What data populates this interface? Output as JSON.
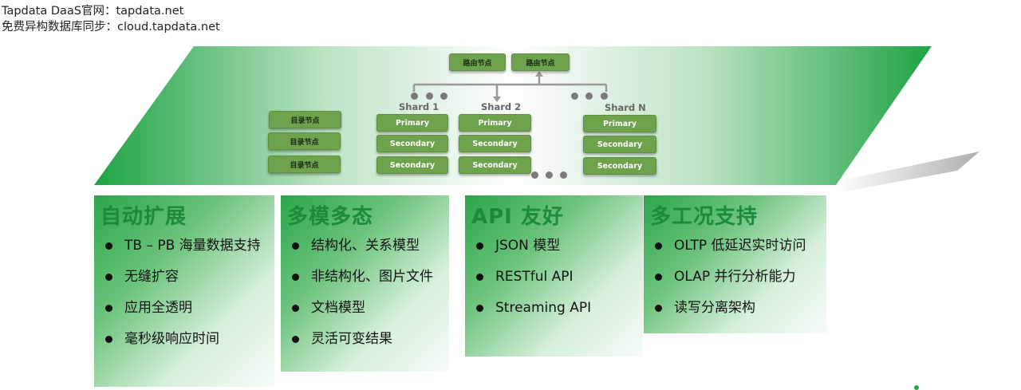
{
  "header": {
    "line1": "Tapdata DaaS官网：tapdata.net",
    "line2": "免费异构数据库同步：cloud.tapdata.net"
  },
  "diagram": {
    "route_nodes": [
      "路由节点",
      "路由节点"
    ],
    "catalog_nodes": [
      "目录节点",
      "目录节点",
      "目录节点"
    ],
    "shards": [
      {
        "name": "Shard 1",
        "primary": "Primary",
        "secondaries": [
          "Secondary",
          "Secondary"
        ]
      },
      {
        "name": "Shard 2",
        "primary": "Primary",
        "secondaries": [
          "Secondary",
          "Secondary"
        ]
      },
      {
        "name": "Shard N",
        "primary": "Primary",
        "secondaries": [
          "Secondary",
          "Secondary"
        ]
      }
    ]
  },
  "panels": [
    {
      "title": "自动扩展",
      "items": [
        "TB – PB 海量数据支持",
        "无缝扩容",
        "应用全透明",
        "毫秒级响应时间"
      ]
    },
    {
      "title": "多模多态",
      "items": [
        "结构化、关系模型",
        "非结构化、图片文件",
        "文档模型",
        "灵活可变结果"
      ]
    },
    {
      "title": "API 友好",
      "items": [
        "JSON 模型",
        "RESTful API",
        "Streaming API"
      ]
    },
    {
      "title": "多工况支持",
      "items": [
        "OLTP 低延迟实时访问",
        "OLAP 并行分析能力",
        "读写分离架构"
      ]
    }
  ],
  "colors": {
    "brand_green": "#1c8a3a",
    "node_green": "#6fa24c",
    "parallelogram_green": "#2aa64a"
  }
}
